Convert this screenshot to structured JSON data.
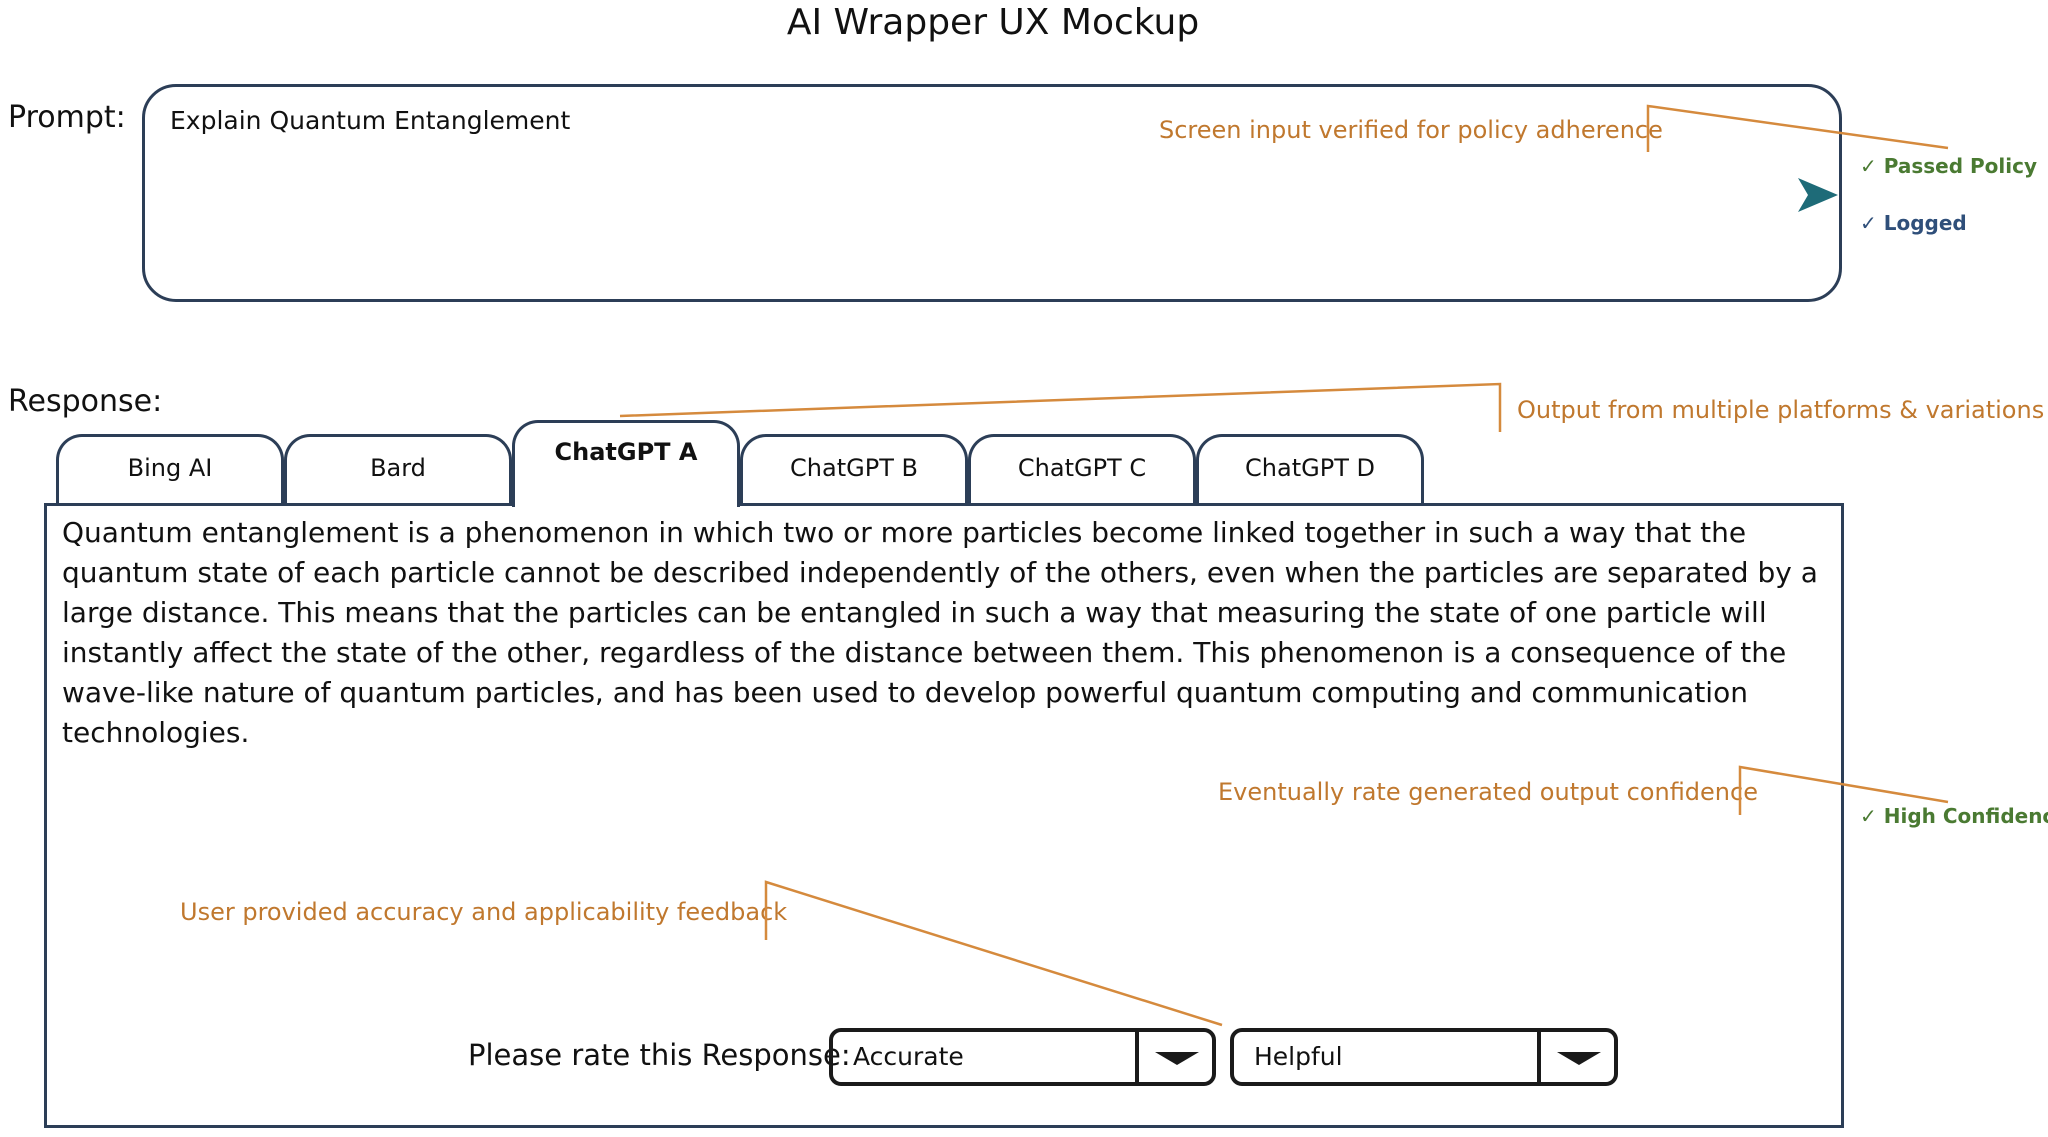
{
  "title": "AI Wrapper UX Mockup",
  "prompt": {
    "label": "Prompt:",
    "value": "Explain Quantum Entanglement"
  },
  "annotations": {
    "policy": "Screen input verified for policy adherence",
    "output": "Output from multiple platforms & variations",
    "confidence": "Eventually rate generated output confidence",
    "feedback": "User provided accuracy and applicability feedback"
  },
  "status": {
    "passed_policy": "✓ Passed Policy",
    "logged": "✓ Logged",
    "high_confidence": "✓ High Confidence"
  },
  "response": {
    "label": "Response:",
    "tabs": [
      {
        "label": "Bing AI"
      },
      {
        "label": "Bard"
      },
      {
        "label": "ChatGPT A"
      },
      {
        "label": "ChatGPT B"
      },
      {
        "label": "ChatGPT C"
      },
      {
        "label": "ChatGPT D"
      }
    ],
    "active_tab": "ChatGPT A",
    "text": "Quantum entanglement is a phenomenon in which two or more particles become linked together in such a way that the quantum state of each particle cannot be described independently of the others, even when the particles are separated by a large distance. This means that the particles can be entangled in such a way that measuring the state of one particle will instantly affect the state of the other, regardless of the distance between them. This phenomenon is a consequence of the wave-like nature of quantum particles, and has been used to develop powerful quantum computing and communication technologies."
  },
  "rating": {
    "label": "Please rate this Response:",
    "accuracy_value": "Accurate",
    "helpfulness_value": "Helpful"
  },
  "colors": {
    "annotation": "#c0782e",
    "border": "#2c3e57",
    "send_icon": "#1e6b78",
    "check_green": "#4a7a32",
    "check_blue": "#2f4f7a"
  },
  "icons": {
    "send": "send-arrow-icon",
    "dropdown": "chevron-down-icon"
  }
}
